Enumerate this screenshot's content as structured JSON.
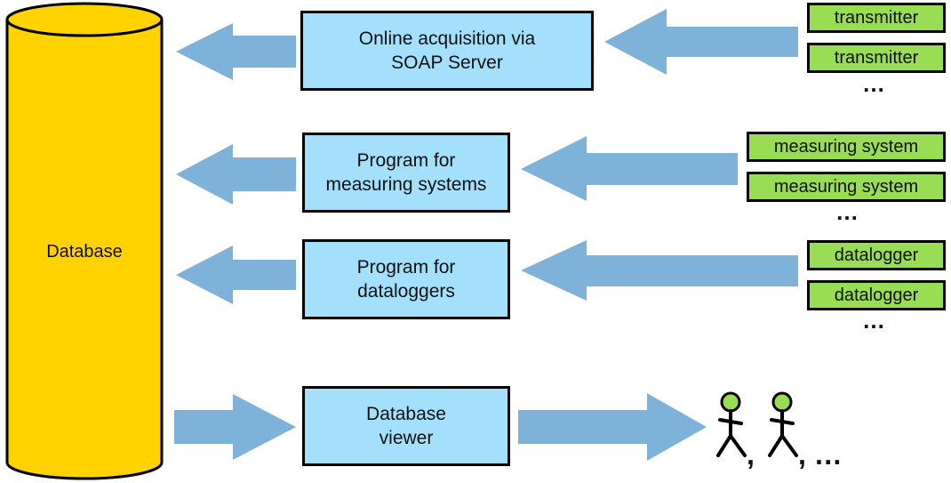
{
  "database": {
    "label": "Database",
    "color": "#ffd200"
  },
  "colors": {
    "arrow": "#7fb2d9",
    "box": "#a4dffb",
    "tag": "#99dd55",
    "head": "#99dd55"
  },
  "processes": [
    {
      "label": "Online acquisition via\nSOAP Server"
    },
    {
      "label": "Program for\nmeasuring systems"
    },
    {
      "label": "Program for\ndataloggers"
    },
    {
      "label": "Database\nviewer"
    }
  ],
  "sources": {
    "transmitters": [
      "transmitter",
      "transmitter"
    ],
    "measuring_systems": [
      "measuring system",
      "measuring system"
    ],
    "dataloggers": [
      "datalogger",
      "datalogger"
    ],
    "ellipsis": "…"
  },
  "users": {
    "separator": ",",
    "ellipsis": ", …"
  }
}
